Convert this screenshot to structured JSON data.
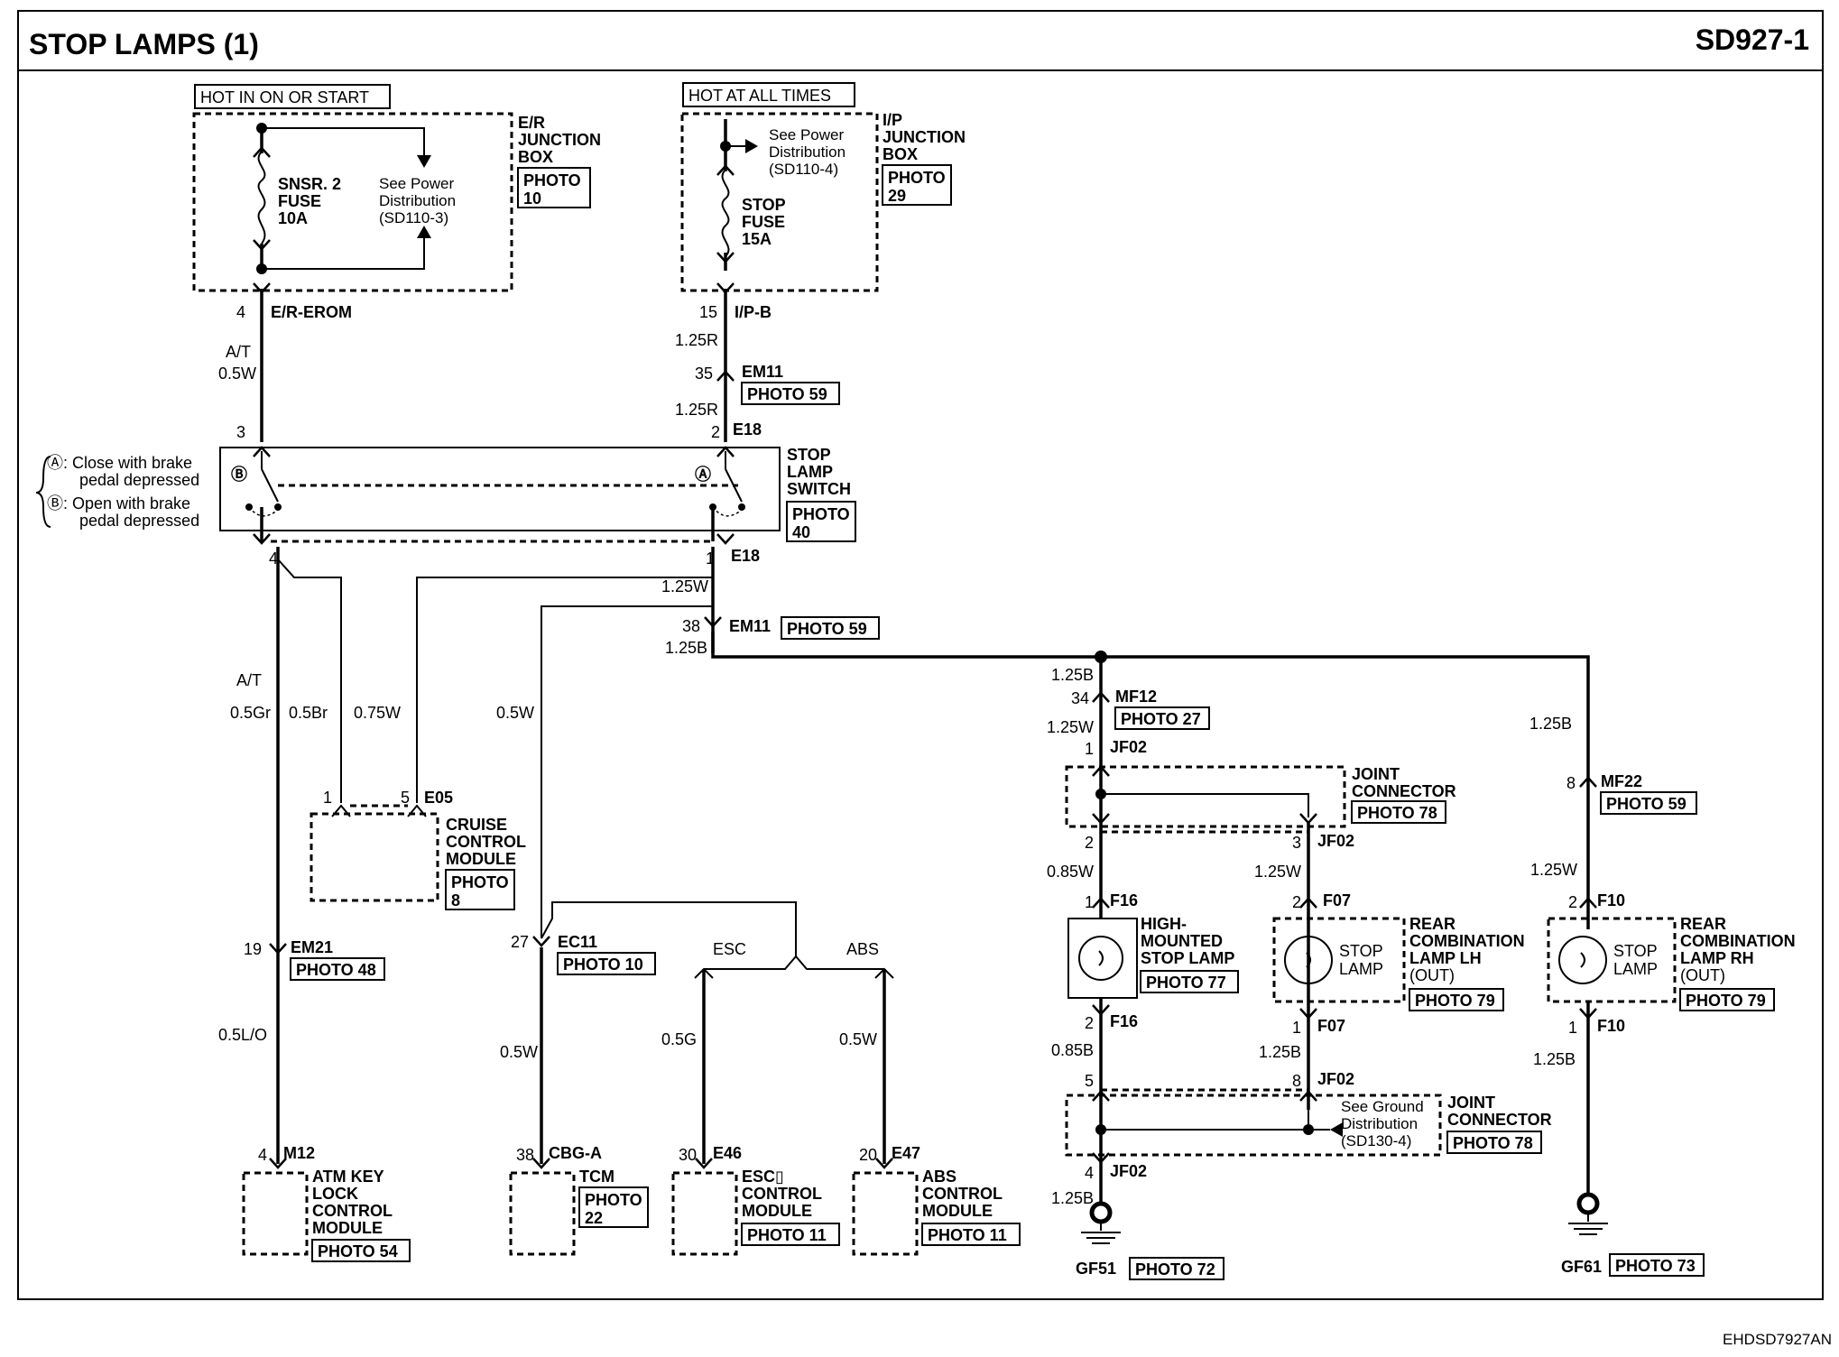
{
  "header": {
    "title": "STOP LAMPS (1)",
    "code": "SD927-1"
  },
  "footer": {
    "ref": "EHDSD7927AN"
  },
  "hot_labels": {
    "ign": "HOT IN ON OR START",
    "all": "HOT AT ALL TIMES"
  },
  "er_box": {
    "name": [
      "E/R",
      "JUNCTION",
      "BOX"
    ],
    "photo": [
      "PHOTO",
      "10"
    ],
    "fuse": [
      "SNSR. 2",
      "FUSE",
      "10A"
    ],
    "see": [
      "See Power",
      "Distribution",
      "(SD110-3)"
    ]
  },
  "ip_box": {
    "name": [
      "I/P",
      "JUNCTION",
      "BOX"
    ],
    "photo": [
      "PHOTO",
      "29"
    ],
    "fuse": [
      "STOP",
      "FUSE",
      "15A"
    ],
    "see": [
      "See Power",
      "Distribution",
      "(SD110-4)"
    ]
  },
  "switch": {
    "name": [
      "STOP",
      "LAMP",
      "SWITCH"
    ],
    "photo": [
      "PHOTO",
      "40"
    ],
    "note_a": [
      "Ⓐ: Close with brake",
      "pedal depressed"
    ],
    "note_b": [
      "Ⓑ: Open with brake",
      "pedal depressed"
    ],
    "a": "Ⓐ",
    "b": "Ⓑ",
    "pins": {
      "p3": "3",
      "p2": "2",
      "p4": "4",
      "p1": "1",
      "e18_top": "E18",
      "e18_bot": "E18"
    }
  },
  "wires": {
    "p4": "4",
    "er_erom": "E/R-EROM",
    "at1": "A/T",
    "w05w_1": "0.5W",
    "p15": "15",
    "ip_b": "I/P-B",
    "w125r_a": "1.25R",
    "p35": "35",
    "em11_a": "EM11",
    "photo59_a": "PHOTO 59",
    "w125r_b": "1.25R",
    "w125w": "1.25W",
    "p38": "38",
    "em11_b": "EM11",
    "photo59_b": "PHOTO 59",
    "w125b": "1.25B",
    "at2": "A/T",
    "w05gr": "0.5Gr",
    "w05br": "0.5Br",
    "w075w": "0.75W",
    "w05w_2": "0.5W",
    "p19": "19",
    "em21": "EM21",
    "photo48": "PHOTO 48",
    "w05lo": "0.5L/O",
    "p27": "27",
    "ec11": "EC11",
    "photo10b": "PHOTO 10",
    "w05w_3": "0.5W",
    "esc": "ESC",
    "abs": "ABS",
    "w05g": "0.5G",
    "w05w_4": "0.5W"
  },
  "cruise": {
    "name": [
      "CRUISE",
      "CONTROL",
      "MODULE"
    ],
    "photo": [
      "PHOTO",
      "8"
    ],
    "p1": "1",
    "p5": "5",
    "conn": "E05"
  },
  "atm": {
    "name": [
      "ATM KEY",
      "LOCK",
      "CONTROL",
      "MODULE"
    ],
    "photo": "PHOTO 54",
    "pin": "4",
    "conn": "M12"
  },
  "tcm": {
    "name": "TCM",
    "photo": [
      "PHOTO",
      "22"
    ],
    "pin": "38",
    "conn": "CBG-A"
  },
  "esc_mod": {
    "name": [
      "ESC▯",
      "CONTROL",
      "MODULE"
    ],
    "photo": "PHOTO 11",
    "pin": "30",
    "conn": "E46"
  },
  "abs_mod": {
    "name": [
      "ABS",
      "CONTROL",
      "MODULE"
    ],
    "photo": "PHOTO 11",
    "pin": "20",
    "conn": "E47"
  },
  "right": {
    "w125b_a": "1.25B",
    "p34": "34",
    "mf12": "MF12",
    "photo27": "PHOTO 27",
    "w125w_a": "1.25W",
    "p1_jf02": "1",
    "jf02_a": "JF02",
    "joint1": [
      "JOINT",
      "CONNECTOR"
    ],
    "photo78_a": "PHOTO 78",
    "p2_jf02": "2",
    "p3_jf02": "3",
    "jf02_b": "JF02",
    "w085w": "0.85W",
    "w125w_b": "1.25W",
    "p1_f16": "1",
    "f16_a": "F16",
    "p2_f07": "2",
    "f07_a": "F07",
    "hm_name": [
      "HIGH-",
      "MOUNTED",
      "STOP LAMP"
    ],
    "photo77": "PHOTO 77",
    "stop_lamp": [
      "STOP",
      "LAMP"
    ],
    "lh_name": [
      "REAR",
      "COMBINATION",
      "LAMP LH",
      "(OUT)"
    ],
    "photo79_a": "PHOTO 79",
    "p2_f16": "2",
    "f16_b": "F16",
    "p1_f07": "1",
    "f07_b": "F07",
    "w085b": "0.85B",
    "w125b_b": "1.25B",
    "p5_jf02": "5",
    "p8_jf02": "8",
    "jf02_c": "JF02",
    "see_ground": [
      "See Ground",
      "Distribution",
      "(SD130-4)"
    ],
    "joint2": [
      "JOINT",
      "CONNECTOR"
    ],
    "photo78_b": "PHOTO 78",
    "p4_jf02": "4",
    "jf02_d": "JF02",
    "w125b_c": "1.25B",
    "gf51": "GF51",
    "photo72": "PHOTO 72",
    "w125b_d": "1.25B",
    "p8_mf22": "8",
    "mf22": "MF22",
    "photo59_c": "PHOTO 59",
    "w125w_c": "1.25W",
    "p2_f10": "2",
    "f10_a": "F10",
    "rh_name": [
      "REAR",
      "COMBINATION",
      "LAMP RH",
      "(OUT)"
    ],
    "photo79_b": "PHOTO 79",
    "p1_f10": "1",
    "f10_b": "F10",
    "w125b_e": "1.25B",
    "gf61": "GF61",
    "photo73": "PHOTO 73"
  }
}
